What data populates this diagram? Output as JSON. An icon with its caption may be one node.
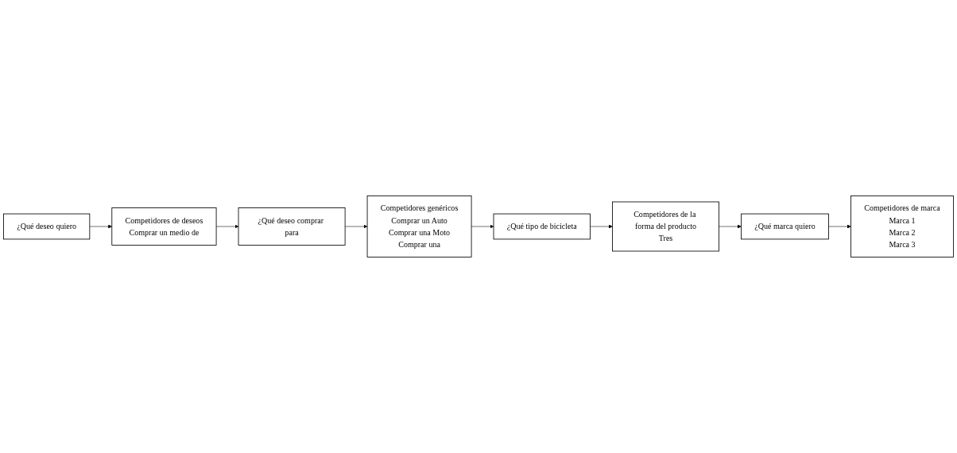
{
  "diagram": {
    "nodes": [
      {
        "text": [
          "¿Qué deseo quiero"
        ]
      },
      {
        "text": [
          "¿Qué deseo comprar para"
        ]
      },
      {
        "text": [
          "¿Qué tipo de bicicleta"
        ]
      },
      {
        "text": [
          "¿Qué marca quiero"
        ]
      },
      {
        "text": [
          "Competidores de deseos",
          "Comprar un medio de"
        ]
      },
      {
        "text": [
          "Competidores genéricos",
          "Comprar un Auto",
          "Comprar una Moto",
          "Comprar una"
        ]
      },
      {
        "text": [
          "Competidores de la forma del producto",
          "Tres"
        ]
      },
      {
        "text": [
          "Competidores de marca",
          "Marca 1",
          "Marca 2",
          "Marca 3"
        ]
      }
    ],
    "edges": [
      {
        "from": 0,
        "to": 4,
        "arrow": "to"
      },
      {
        "from": 4,
        "to": 1,
        "arrow": "to"
      },
      {
        "from": 1,
        "to": 5,
        "arrow": "to"
      },
      {
        "from": 5,
        "to": 2,
        "arrow": "to"
      },
      {
        "from": 2,
        "to": 6,
        "arrow": "to"
      },
      {
        "from": 6,
        "to": 3,
        "arrow": "to"
      },
      {
        "from": 3,
        "to": 7,
        "arrow": "to"
      }
    ]
  }
}
